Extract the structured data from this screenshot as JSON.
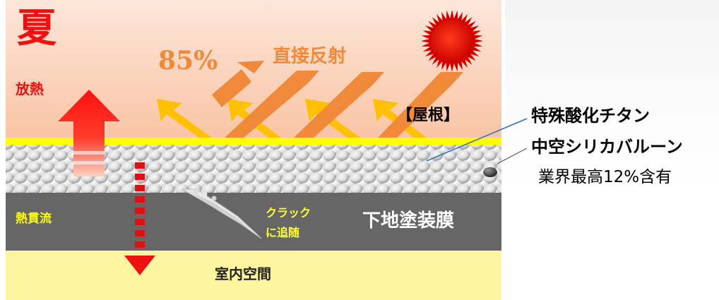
{
  "diagram": {
    "season": "夏",
    "heat_release": "放熱",
    "reflection_percent": "85%",
    "direct_reflection": "直接反射",
    "roof": "【屋根】",
    "heat_flow": "熱貫流",
    "crack_follow": [
      "クラック",
      "に追随"
    ],
    "base_coat": "下地塗装膜",
    "indoor_space": "室内空間",
    "callout_1": "特殊酸化チタン",
    "callout_2": "中空シリカバルーン",
    "callout_3": "業界最高12%含有"
  },
  "colors": {
    "summer_red": "#ee1111",
    "reflection_orange": "#f0893a",
    "light_arrow_yellow": "#ffc000",
    "sky_peach": "#fbd3bd",
    "coat_yellow": "#ffff00",
    "base_gray": "#666666",
    "indoor_yellow": "#fff4a0",
    "callout_line": "#2f6fbd"
  },
  "icons": [
    "sun-icon",
    "heat-release-arrow-icon",
    "heat-flow-arrow-icon",
    "crack-icon",
    "reflection-arrow-icon"
  ]
}
